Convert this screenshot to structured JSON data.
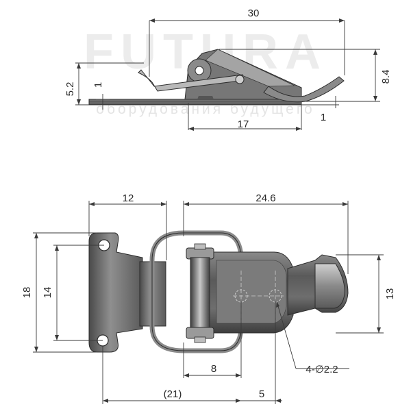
{
  "watermark": {
    "brand": "FUTURA",
    "tagline": "оборудования будущего"
  },
  "side_view": {
    "dims": {
      "width_top": "30",
      "height_right": "8.4",
      "base_length": "17",
      "thickness_right": "1",
      "height_left": "5.2",
      "thickness_left": "1"
    }
  },
  "top_view": {
    "dims": {
      "base_width": "12",
      "body_length": "24.6",
      "base_height": "18",
      "hole_spacing": "14",
      "hook_width": "13",
      "hole_offset": "8",
      "total_ref": "(21)",
      "hole_pitch": "5",
      "hole_note": "4-∅2.2"
    }
  },
  "colors": {
    "metal_dark": "#5f5f5f",
    "metal_mid": "#8d8d8d",
    "metal_light": "#bcbcbc",
    "dim_line": "#3a3a3a"
  }
}
